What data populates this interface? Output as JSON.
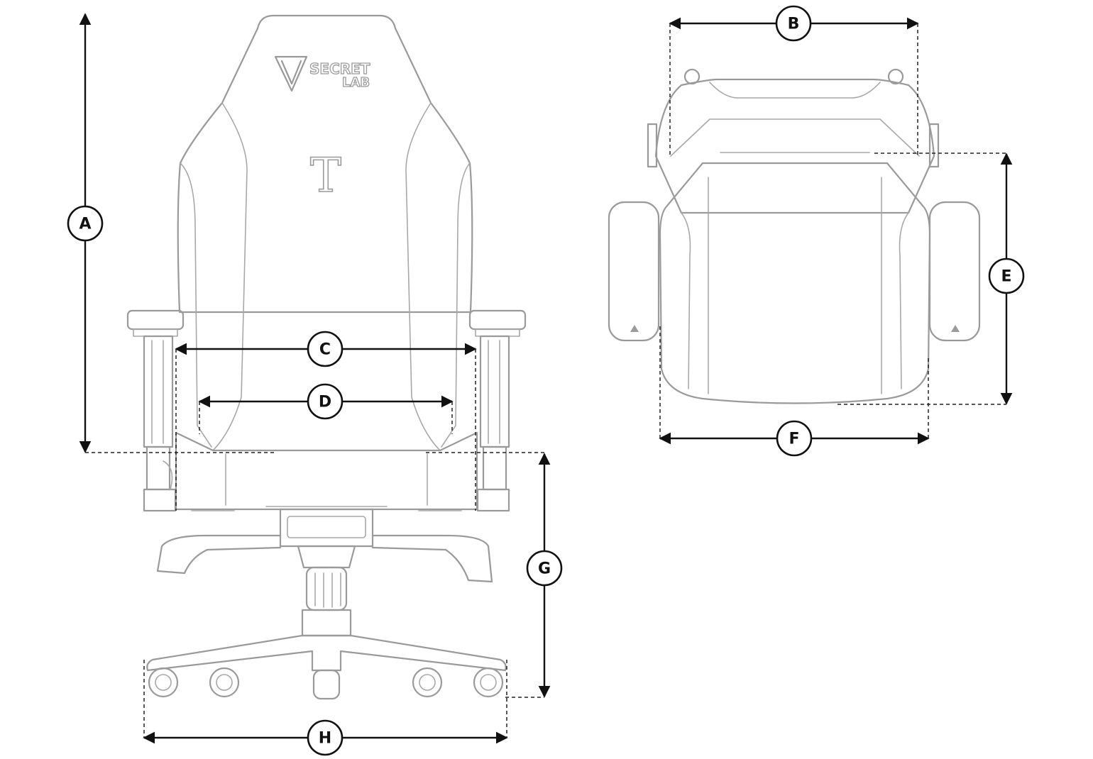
{
  "logo": {
    "line1": "SECRET",
    "line2": "LAB",
    "emblem": "T"
  },
  "dimensions": [
    {
      "label": "A"
    },
    {
      "label": "B"
    },
    {
      "label": "C"
    },
    {
      "label": "D"
    },
    {
      "label": "E"
    },
    {
      "label": "F"
    },
    {
      "label": "G"
    },
    {
      "label": "H"
    }
  ],
  "colors": {
    "outline": "#9a9a9a",
    "dimension": "#111111",
    "background": "#ffffff"
  },
  "icons": {
    "arrowhead": "arrowhead-icon",
    "caster": "caster-wheel-icon"
  }
}
